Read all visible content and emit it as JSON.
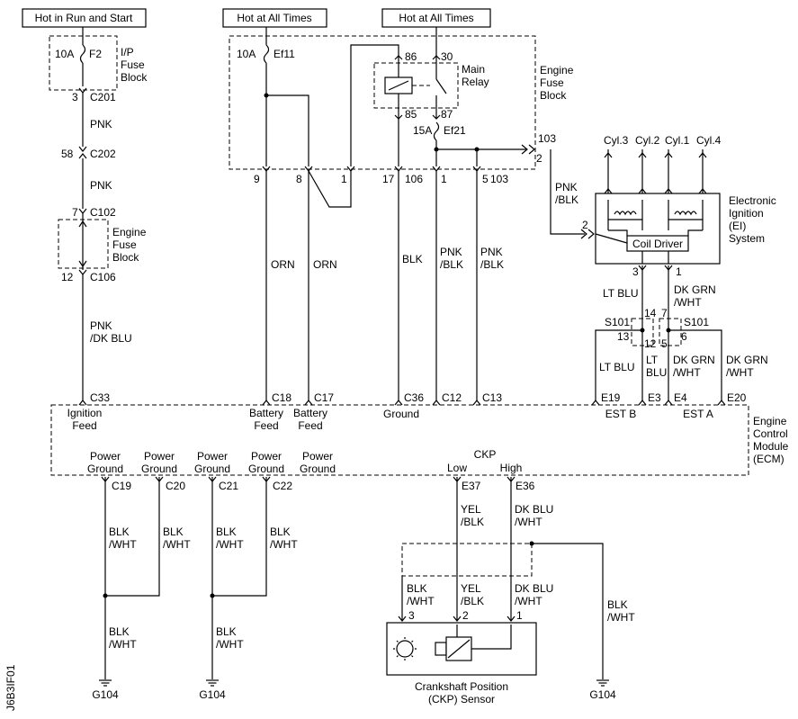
{
  "power_labels": {
    "run_start": "Hot in Run and Start",
    "all_times_1": "Hot at All Times",
    "all_times_2": "Hot at All Times"
  },
  "ip_fuse": {
    "rating": "10A",
    "id": "F2",
    "block": [
      "I/P",
      "Fuse",
      "Block"
    ]
  },
  "connectors": {
    "c201": "C201",
    "c201_pin": "3",
    "c202": "C202",
    "c202_pin": "58",
    "c102": "C102",
    "c102_pin": "7",
    "c106": "C106",
    "c106_pin": "12",
    "c33": "C33",
    "c18": "C18",
    "c17": "C17",
    "c36": "C36",
    "c12": "C12",
    "c13": "C13",
    "c19": "C19",
    "c20": "C20",
    "c21": "C21",
    "c22": "C22",
    "e19": "E19",
    "e3": "E3",
    "e4": "E4",
    "e20": "E20",
    "e37": "E37",
    "e36": "E36"
  },
  "engine_fuse_block_small": [
    "Engine",
    "Fuse",
    "Block"
  ],
  "engine_fuse_block": {
    "label": [
      "Engine",
      "Fuse",
      "Block"
    ],
    "ef11_rating": "10A",
    "ef11": "Ef11",
    "ef21_rating": "15A",
    "ef21": "Ef21",
    "relay_label": [
      "Main",
      "Relay"
    ],
    "relay_pins": {
      "p86": "86",
      "p30": "30",
      "p85": "85",
      "p87": "87"
    },
    "pins": {
      "p9": "9",
      "p8": "8",
      "p1a": "1",
      "p17": "17",
      "p106": "106",
      "p1b": "1",
      "p5": "5",
      "p103": "103",
      "p103b": "103",
      "p2": "2"
    }
  },
  "wires": {
    "pnk1": "PNK",
    "pnk2": "PNK",
    "pnk_dkblu": [
      "PNK",
      "/DK BLU"
    ],
    "orn1": "ORN",
    "orn2": "ORN",
    "blk": "BLK",
    "pnk_blk1": [
      "PNK",
      "/BLK"
    ],
    "pnk_blk2": [
      "PNK",
      "/BLK"
    ],
    "pnk_blk3": [
      "PNK",
      "/BLK"
    ],
    "lt_blu": "LT BLU",
    "dk_grn_wht": [
      "DK GRN",
      "/WHT"
    ],
    "lt_blu2": "LT BLU",
    "lt_blu3": [
      "LT",
      "BLU"
    ],
    "dk_grn_wht2": [
      "DK GRN",
      "/WHT"
    ],
    "dk_grn_wht3": [
      "DK GRN",
      "/WHT"
    ],
    "blk_wht": [
      "BLK",
      "/WHT"
    ],
    "yel_blk": [
      "YEL",
      "/BLK"
    ],
    "dk_blu_wht": [
      "DK BLU",
      "/WHT"
    ]
  },
  "ignition_system": {
    "cylinders": [
      "Cyl.3",
      "Cyl.2",
      "Cyl.1",
      "Cyl.4"
    ],
    "label": [
      "Electronic",
      "Ignition",
      "(EI)",
      "System"
    ],
    "coil_driver": "Coil Driver",
    "pin2": "2",
    "pin3": "3",
    "pin1": "1"
  },
  "splices": {
    "s101_left": "S101",
    "s101_right": "S101",
    "p14": "14",
    "p13": "13",
    "p12": "12",
    "p7": "7",
    "p5": "5",
    "p6": "6"
  },
  "ecm": {
    "label": [
      "Engine",
      "Control",
      "Module",
      "(ECM)"
    ],
    "ignition_feed": [
      "Ignition",
      "Feed"
    ],
    "battery_feed": [
      "Battery",
      "Feed"
    ],
    "ground": "Ground",
    "est_b": "EST B",
    "est_a": "EST A",
    "power_ground": [
      "Power",
      "Ground"
    ],
    "ckp": "CKP",
    "low": "Low",
    "high": "High"
  },
  "sensor": {
    "label": [
      "Crankshaft Position",
      "(CKP) Sensor"
    ],
    "pin3": "3",
    "pin2": "2",
    "pin1": "1"
  },
  "grounds": {
    "g1": "G104",
    "g2": "G104",
    "g3": "G104"
  },
  "figure_id": "J6B3IF01"
}
